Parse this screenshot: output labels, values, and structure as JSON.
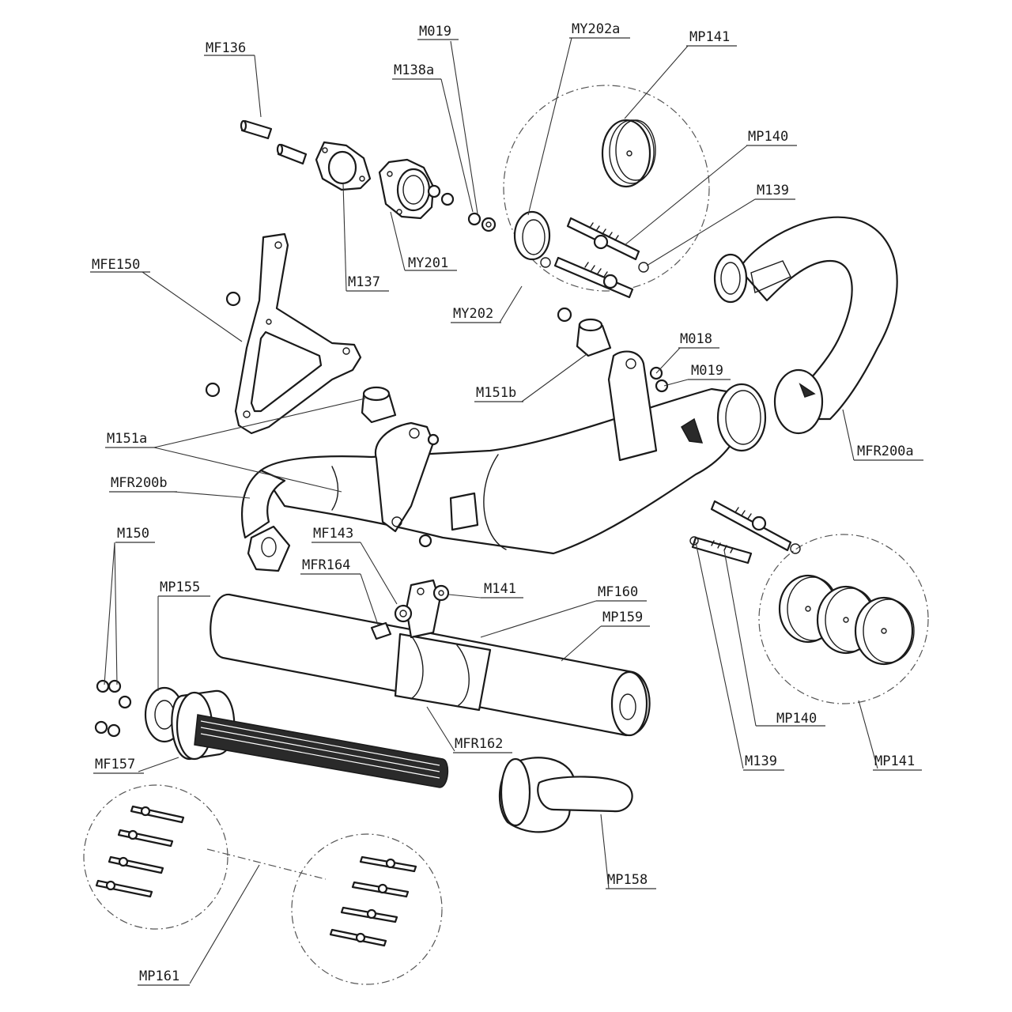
{
  "labels": {
    "mf136": "MF136",
    "m019_top": "M019",
    "my202a": "MY202a",
    "mp141_top": "MP141",
    "m138a": "M138a",
    "mp140_top": "MP140",
    "m139_top": "M139",
    "mfe150": "MFE150",
    "m137": "M137",
    "my201": "MY201",
    "my202": "MY202",
    "m018": "M018",
    "m019_mid": "M019",
    "m151b": "M151b",
    "m151a": "M151a",
    "mfr200a": "MFR200a",
    "mfr200b": "MFR200b",
    "m150": "M150",
    "mf143": "MF143",
    "mfr164": "MFR164",
    "m141": "M141",
    "mp155": "MP155",
    "mf160": "MF160",
    "mp159": "MP159",
    "mf157": "MF157",
    "mfr162": "MFR162",
    "mp140_bot": "MP140",
    "m139_bot": "M139",
    "mp141_bot": "MP141",
    "mp158": "MP158",
    "mp161": "MP161"
  },
  "colors": {
    "line": "#1a1a1a",
    "background": "#ffffff"
  }
}
